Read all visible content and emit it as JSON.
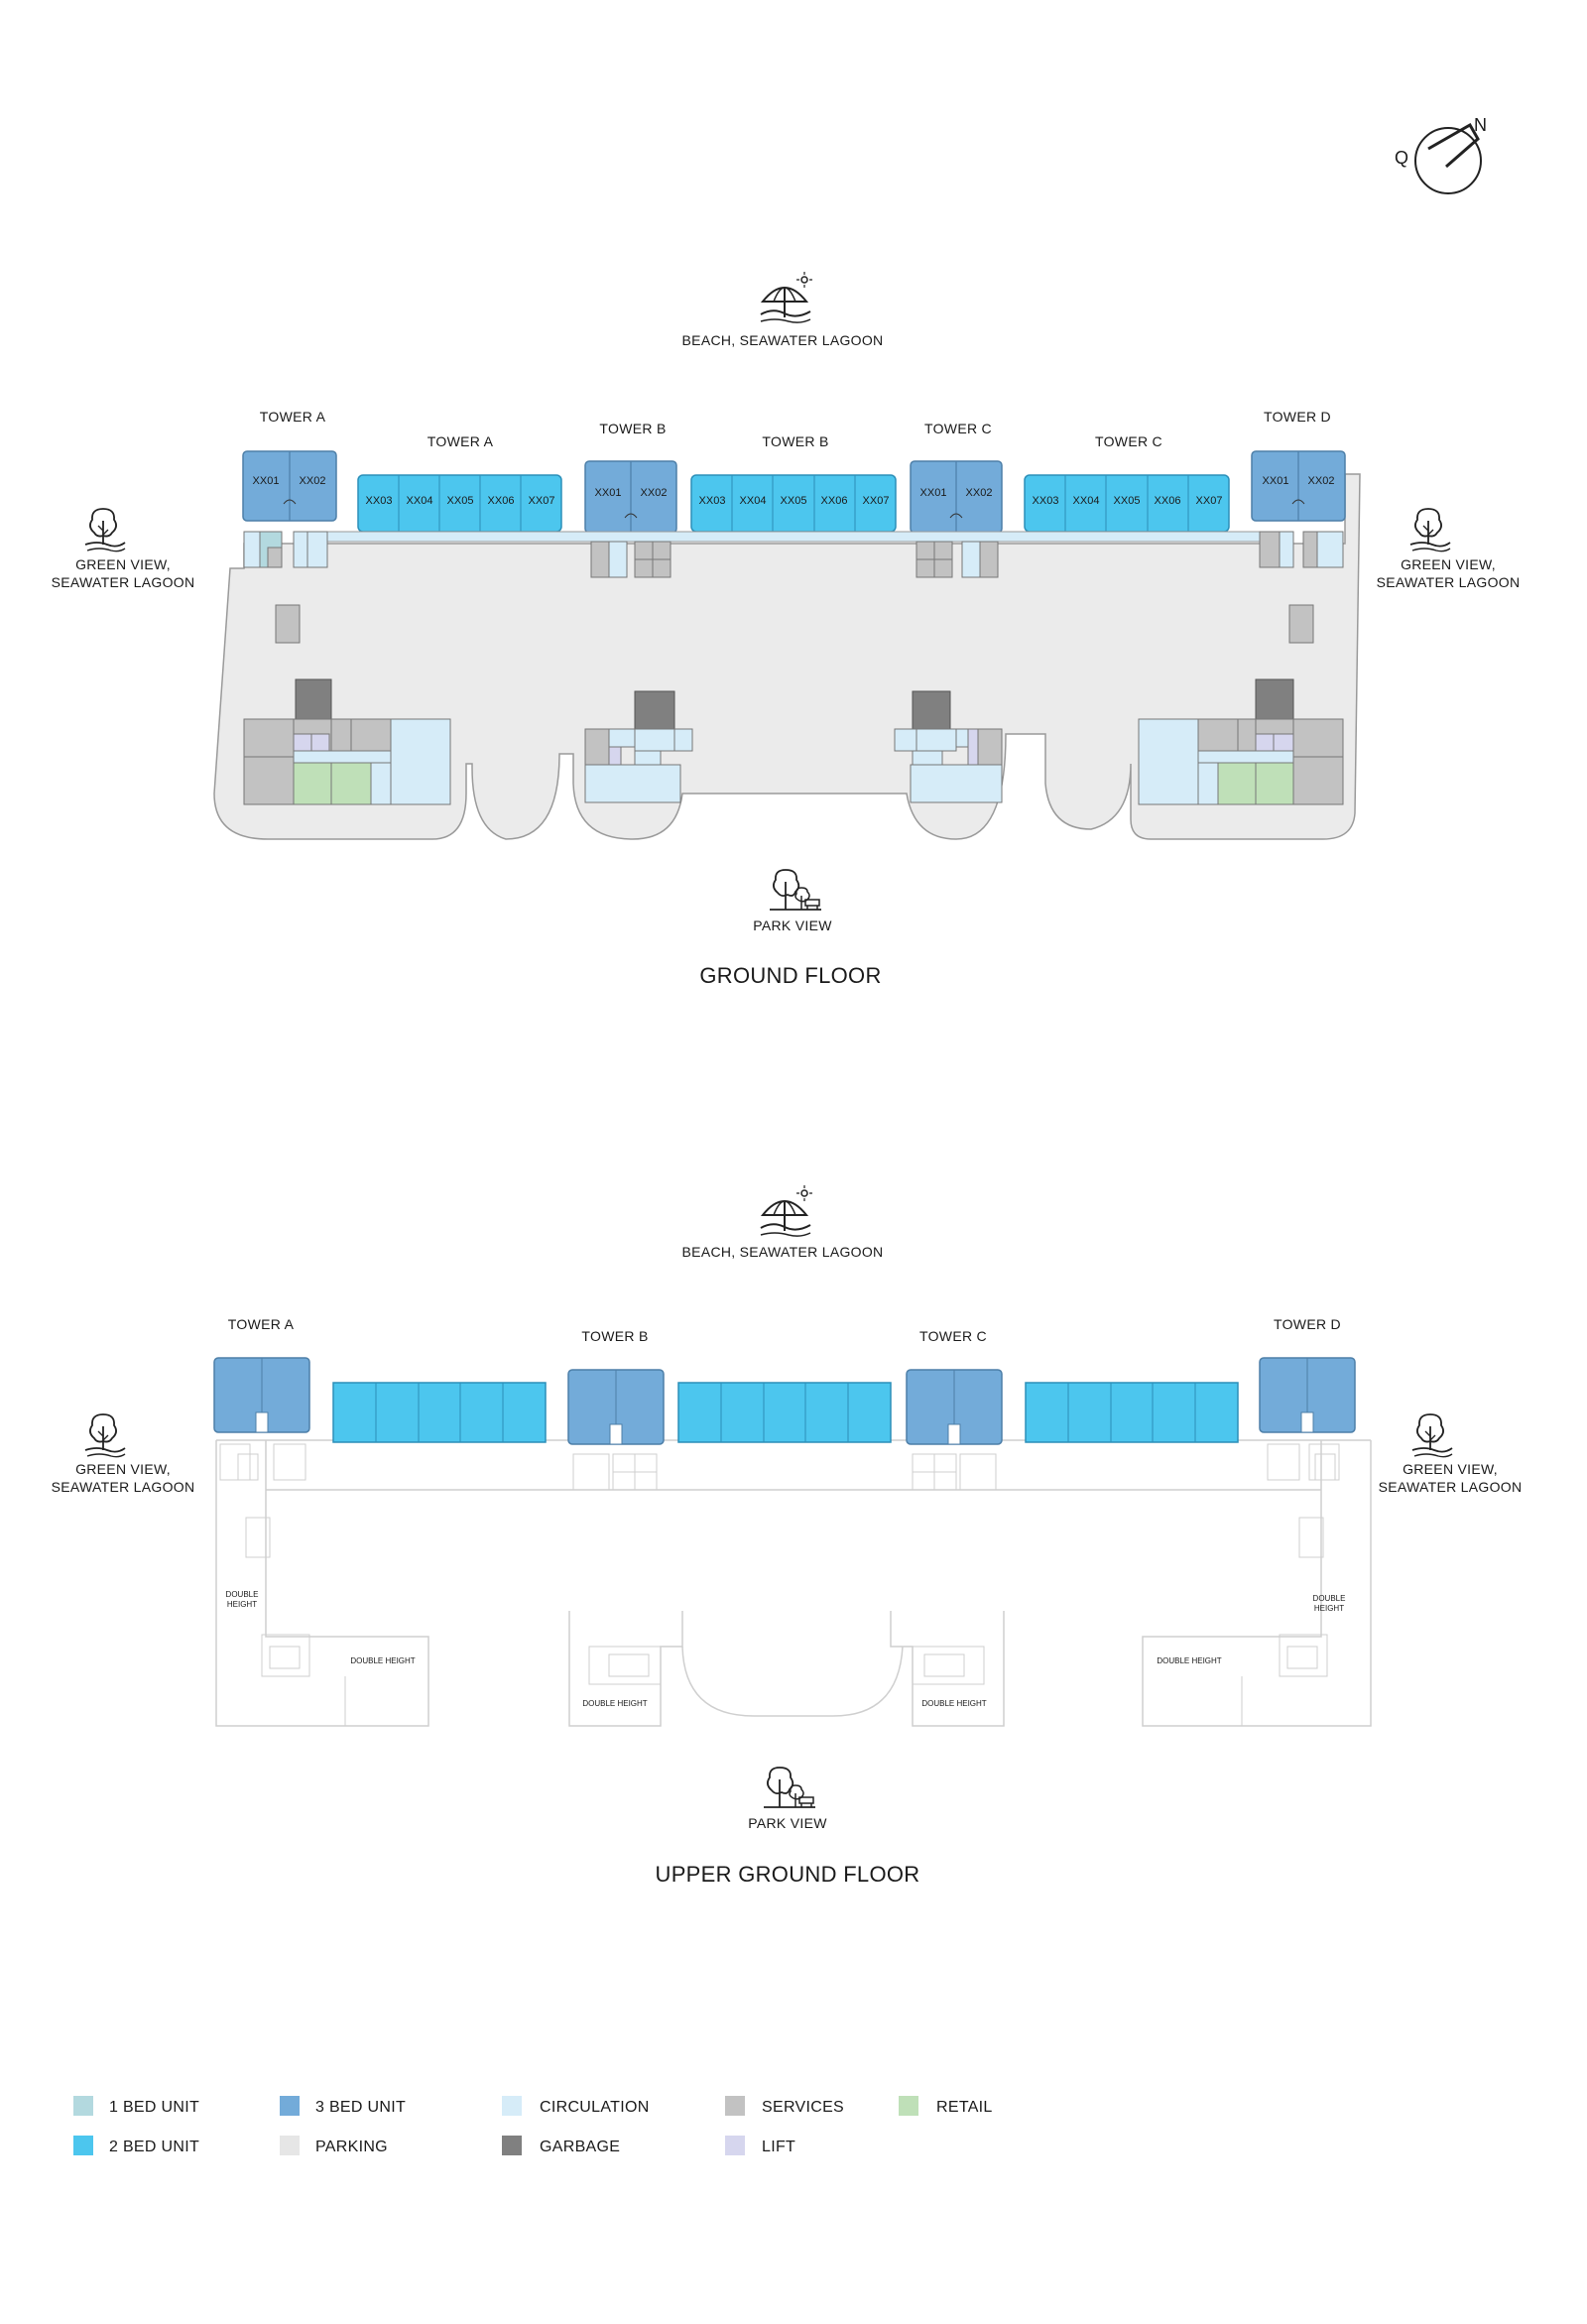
{
  "compass": {
    "north": "N",
    "other": "Q"
  },
  "ground_floor": {
    "title": "GROUND FLOOR",
    "beach_label": "BEACH, SEAWATER LAGOON",
    "green_left": [
      "GREEN VIEW,",
      "SEAWATER LAGOON"
    ],
    "green_right": [
      "GREEN VIEW,",
      "SEAWATER LAGOON"
    ],
    "park_label": "PARK VIEW",
    "towers": [
      "TOWER A",
      "TOWER A",
      "TOWER B",
      "TOWER B",
      "TOWER C",
      "TOWER C",
      "TOWER D"
    ],
    "corner_units": [
      "XX01",
      "XX02"
    ],
    "wing_units": [
      "XX03",
      "XX04",
      "XX05",
      "XX06",
      "XX07"
    ]
  },
  "upper_floor": {
    "title": "UPPER GROUND FLOOR",
    "beach_label": "BEACH, SEAWATER LAGOON",
    "green_left": [
      "GREEN VIEW,",
      "SEAWATER LAGOON"
    ],
    "green_right": [
      "GREEN VIEW,",
      "SEAWATER LAGOON"
    ],
    "park_label": "PARK VIEW",
    "towers": [
      "TOWER A",
      "TOWER B",
      "TOWER C",
      "TOWER D"
    ],
    "double_height": "DOUBLE HEIGHT",
    "double_height_split": [
      "DOUBLE",
      "HEIGHT"
    ]
  },
  "legend": [
    {
      "label": "1 BED UNIT",
      "color": "#b3d9df"
    },
    {
      "label": "2 BED UNIT",
      "color": "#4cc6ee"
    },
    {
      "label": "3 BED UNIT",
      "color": "#73abd9"
    },
    {
      "label": "PARKING",
      "color": "#e6e6e6"
    },
    {
      "label": "CIRCULATION",
      "color": "#d6ecf8"
    },
    {
      "label": "GARBAGE",
      "color": "#808080"
    },
    {
      "label": "SERVICES",
      "color": "#c2c2c2"
    },
    {
      "label": "LIFT",
      "color": "#d6d6ee"
    },
    {
      "label": "RETAIL",
      "color": "#bfe0b8"
    }
  ]
}
